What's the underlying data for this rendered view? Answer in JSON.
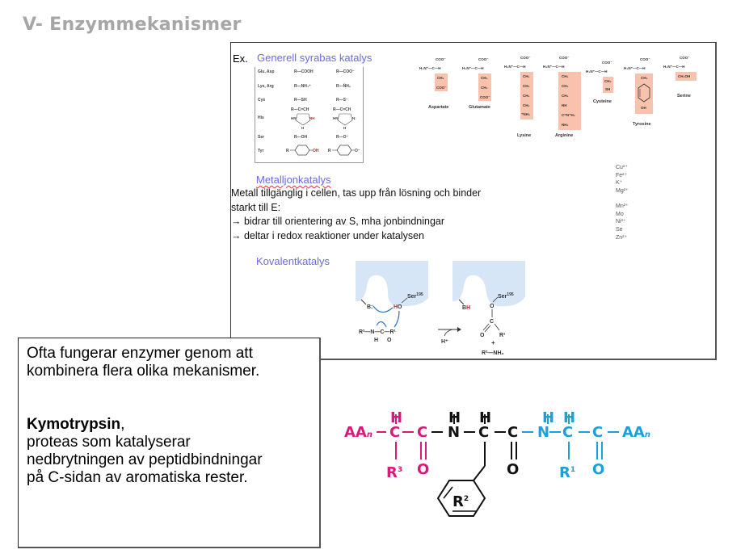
{
  "slide": {
    "title": "V- Enzymmekanismer"
  },
  "figure": {
    "ex_label": "Ex.",
    "acid_base": {
      "heading": "Generell syrabas katalys",
      "rows": [
        {
          "residue": "Glu, Asp",
          "acid": "R—COOH",
          "base": "R—COO⁻"
        },
        {
          "residue": "Lys, Arg",
          "acid": "R—NH₃⁺",
          "base": "R—N̈H₂"
        },
        {
          "residue": "Cys",
          "acid": "R—SH",
          "base": "R—S⁻"
        },
        {
          "residue": "His",
          "acid": "R—C=CH / HN  N⁺H (imidazolium)",
          "base": "R—C=CH / HN  N: (imidazole)"
        },
        {
          "residue": "Ser",
          "acid": "R—OH",
          "base": "R—O⁻"
        },
        {
          "residue": "Tyr",
          "acid": "R—⬡—OH",
          "base": "R—⬡—O⁻"
        }
      ]
    },
    "amino_acids": [
      {
        "name": "Aspartate",
        "side_chain": [
          "CH₂",
          "COO⁻"
        ]
      },
      {
        "name": "Glutamate",
        "side_chain": [
          "CH₂",
          "CH₂",
          "COO⁻"
        ]
      },
      {
        "name": "Lysine",
        "side_chain": [
          "CH₂",
          "CH₂",
          "CH₂",
          "CH₂",
          "⁺NH₃"
        ]
      },
      {
        "name": "Arginine",
        "side_chain": [
          "CH₂",
          "CH₂",
          "CH₂",
          "NH",
          "C=N⁺H₂",
          "NH₂"
        ]
      },
      {
        "name": "Cysteine",
        "side_chain": [
          "CH₂",
          "SH"
        ]
      },
      {
        "name": "Tyrosine",
        "side_chain": [
          "CH₂",
          "⬡",
          "OH"
        ]
      },
      {
        "name": "Serine",
        "side_chain": [
          "CH₂OH"
        ]
      }
    ],
    "aa_backbone": {
      "top": "COO⁻",
      "left": "H₃N⁺—C—H"
    },
    "metal": {
      "heading": "Metalljonkatalys",
      "line1": "Metall tillgänglig i cellen, tas upp från lösning och binder",
      "line2": "starkt till E:",
      "bullet1": "→ bidrar till orientering av S, mha jonbindningar",
      "bullet2": "→ deltar i redox reaktioner under katalysen",
      "ions_group1": [
        "Cu²⁺",
        "Fe²⁺",
        "K⁺",
        "Mg²⁺"
      ],
      "ions_group2": [
        "Mn²⁺",
        "Mo",
        "Ni²⁺",
        "Se",
        "Zn²⁺"
      ]
    },
    "covalent": {
      "heading": "Kovalentkatalys",
      "ser_label": "Ser",
      "ser_number": "195",
      "base_label": "B:",
      "ho_label": "HO",
      "substrate": "R²—N—C—R¹",
      "substrate_h": "H",
      "substrate_o": "O",
      "proton": "H⁺",
      "bh_label": "BH",
      "acyl_o": "O",
      "acyl_c": "C",
      "acyl_r": "R¹",
      "plus": "+",
      "product_amine": "R²—NH₂"
    }
  },
  "text_box": {
    "line1": "Ofta fungerar enzymer genom att",
    "line2": "kombinera flera olika mekanismer.",
    "enzyme_name": "Kymotrypsin",
    "enzyme_comma": ",",
    "desc1": "proteas som katalyserar",
    "desc2": "nedbrytningen av peptidbindningar",
    "desc3": "på C-sidan av aromatiska rester."
  },
  "peptide": {
    "aa_left": "AA",
    "n_sub": "n",
    "aa_right": "AA",
    "h": "H",
    "c": "C",
    "n": "N",
    "o": "O",
    "r3": "R",
    "r3_sup": "3",
    "r1": "R",
    "r1_sup": "1",
    "r2": "R",
    "r2_sup": "2",
    "colors": {
      "n_side": "#d81b7a",
      "middle": "#111111",
      "c_side": "#1aa1db"
    }
  }
}
